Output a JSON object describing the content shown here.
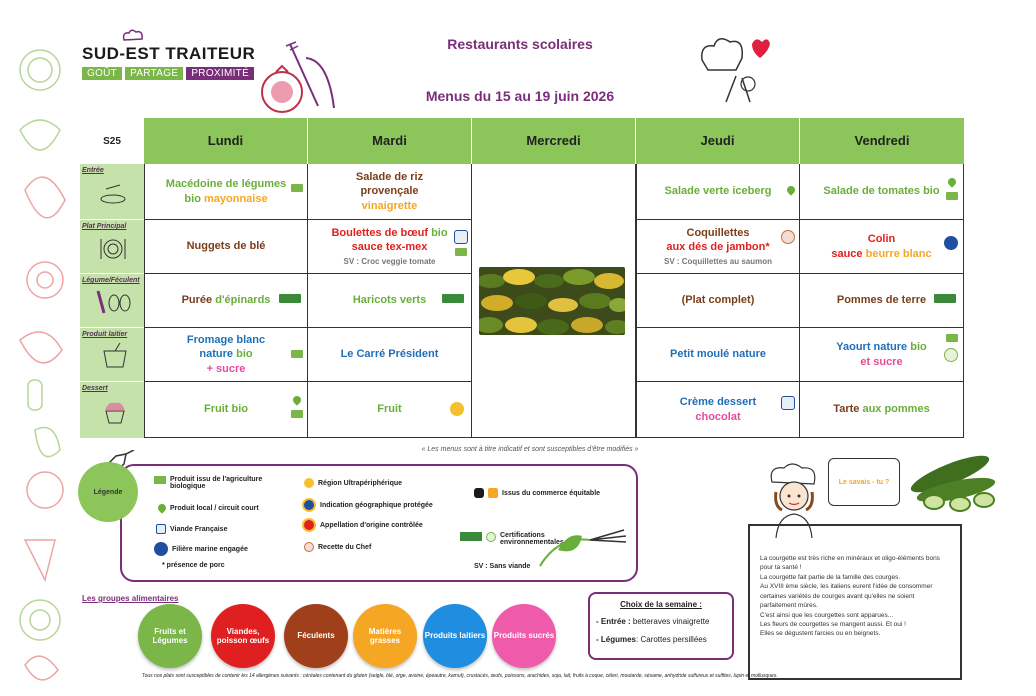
{
  "header": {
    "brand": "SUD-EST TRAITEUR",
    "tags": [
      "GOÛT",
      "PARTAGE",
      "PROXIMITÉ"
    ],
    "title": "Restaurants scolaires",
    "subtitle": "Menus du 15 au 19 juin 2026"
  },
  "week": "S25",
  "days": [
    "Lundi",
    "Mardi",
    "Mercredi",
    "Jeudi",
    "Vendredi"
  ],
  "categories": [
    "Entrée",
    "Plat Principal",
    "Légume/Féculent",
    "Produit laitier",
    "Dessert"
  ],
  "menu": {
    "lundi": {
      "entree": {
        "a": "Macédoine de légumes",
        "b": "bio",
        "c": "mayonnaise"
      },
      "plat": {
        "a": "Nuggets de blé"
      },
      "legume": {
        "a": "Purée",
        "b": "d'épinards"
      },
      "laitier": {
        "a": "Fromage blanc",
        "b": "nature",
        "c": "bio",
        "d": "+ sucre"
      },
      "dessert": {
        "a": "Fruit",
        "b": "bio"
      }
    },
    "mardi": {
      "entree": {
        "a": "Salade de riz",
        "b": "provençale",
        "c": "vinaigrette"
      },
      "plat": {
        "a": "Boulettes de bœuf",
        "b": "bio",
        "c": "sauce tex-mex",
        "note": "SV : Croc veggie tomate"
      },
      "legume": {
        "a": "Haricots verts"
      },
      "laitier": {
        "a": "Le Carré Président"
      },
      "dessert": {
        "a": "Fruit"
      }
    },
    "jeudi": {
      "entree": {
        "a": "Salade verte iceberg"
      },
      "plat": {
        "a": "Coquillettes",
        "b": "aux dés de jambon*",
        "note": "SV : Coquillettes au saumon"
      },
      "legume": {
        "a": "(Plat complet)"
      },
      "laitier": {
        "a": "Petit moulé nature"
      },
      "dessert": {
        "a": "Crème dessert",
        "b": "chocolat"
      }
    },
    "vendredi": {
      "entree": {
        "a": "Salade de tomates",
        "b": "bio"
      },
      "plat": {
        "a": "Colin",
        "b": "sauce",
        "c": "beurre blanc"
      },
      "legume": {
        "a": "Pommes de terre"
      },
      "laitier": {
        "a": "Yaourt nature",
        "b": "bio",
        "c": "et sucre"
      },
      "dessert": {
        "a": "Tarte",
        "b": "aux pommes"
      }
    }
  },
  "disclaimer": "« Les menus sont à titre indicatif et sont susceptibles d'être modifiés »",
  "legend": {
    "title": "Légende",
    "items": {
      "bio": "Produit issu de l'agriculture biologique",
      "local": "Produit local / circuit court",
      "vf": "Viande Française",
      "marine": "Filière marine engagée",
      "porc": "* présence de porc",
      "rup": "Région Ultrapériphérique",
      "igp": "Indication géographique protégée",
      "aoc": "Appellation d'origine contrôlée",
      "chef": "Recette du Chef",
      "equitable": "Issus du commerce équitable",
      "env": "Certifications environnementales",
      "sv": "SV : Sans viande"
    }
  },
  "groups": {
    "title": "Les groupes alimentaires",
    "items": [
      {
        "label": "Fruits et Légumes",
        "color": "#7ab648"
      },
      {
        "label": "Viandes, poisson œufs",
        "color": "#e02020"
      },
      {
        "label": "Féculents",
        "color": "#a0401a"
      },
      {
        "label": "Matières grasses",
        "color": "#f5a623"
      },
      {
        "label": "Produits laitiers",
        "color": "#1f8de0"
      },
      {
        "label": "Produits sucrés",
        "color": "#f05aaa"
      }
    ]
  },
  "choice": {
    "title": "Choix de la semaine :",
    "entree_label": "- Entrée :",
    "entree_value": "betteraves vinaigrette",
    "legumes_label": "- Légumes",
    "legumes_value": ": Carottes persillées"
  },
  "fact": {
    "bubble": "Le savais - tu ?",
    "lines": [
      "La courgette est très riche en minéraux et oligo-éléments bons pour ta santé !",
      "La courgette fait partie de la famille des courges.",
      "Au XVIII ème siècle, les italiens eurent l'idée de consommer certaines variétés de courges avant qu'elles ne soient parfaitement mûres.",
      "C'est ainsi que les courgettes sont apparues...",
      "Les fleurs de courgettes se mangent aussi. Et oui !",
      "Elles se dégustent farcies ou en beignets."
    ]
  },
  "allergen": "Tous nos plats sont susceptibles de contenir les 14 allergènes suivants : céréales contenant du gluten (seigle, blé, orge, avoine, épeautre, kamut), crustacés, œufs, poissons, arachides, soja, lait, fruits à coque, céleri, moutarde, sésame, anhydride sulfureux et sulfites, lupin et mollusques."
}
